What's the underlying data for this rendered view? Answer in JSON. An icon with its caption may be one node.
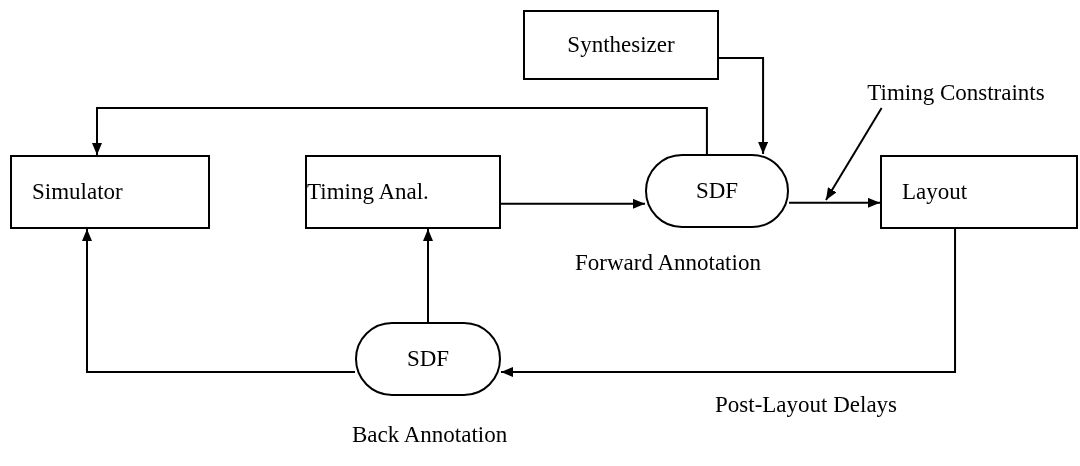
{
  "diagram": {
    "nodes": [
      {
        "text": [
          "Synthesizer"
        ]
      },
      {
        "text": [
          "Simulator"
        ]
      },
      {
        "text": [
          "Timing Anal."
        ]
      },
      {
        "text": [
          "SDF"
        ],
        "beside": [
          "Forward Annotation"
        ]
      },
      {
        "text": [
          "Layout"
        ]
      },
      {
        "text": [
          "Timing Constraints"
        ]
      },
      {
        "text": [
          "SDF"
        ],
        "beside": [
          "Back Annotation"
        ]
      }
    ],
    "edges": [
      {
        "from": 0,
        "to": 3,
        "arrow": "to"
      },
      {
        "from": 3,
        "to": 1,
        "arrow": "to"
      },
      {
        "from": 2,
        "to": 3,
        "arrow": "to"
      },
      {
        "from": 3,
        "to": 4,
        "arrow": "to"
      },
      {
        "from": 5,
        "to": null,
        "arrow": "to"
      },
      {
        "from": 4,
        "to": 6,
        "label": "Post-Layout Delays",
        "arrow": "to"
      },
      {
        "from": 6,
        "to": 1,
        "arrow": "to"
      },
      {
        "from": 6,
        "to": 2,
        "arrow": "to"
      }
    ]
  }
}
